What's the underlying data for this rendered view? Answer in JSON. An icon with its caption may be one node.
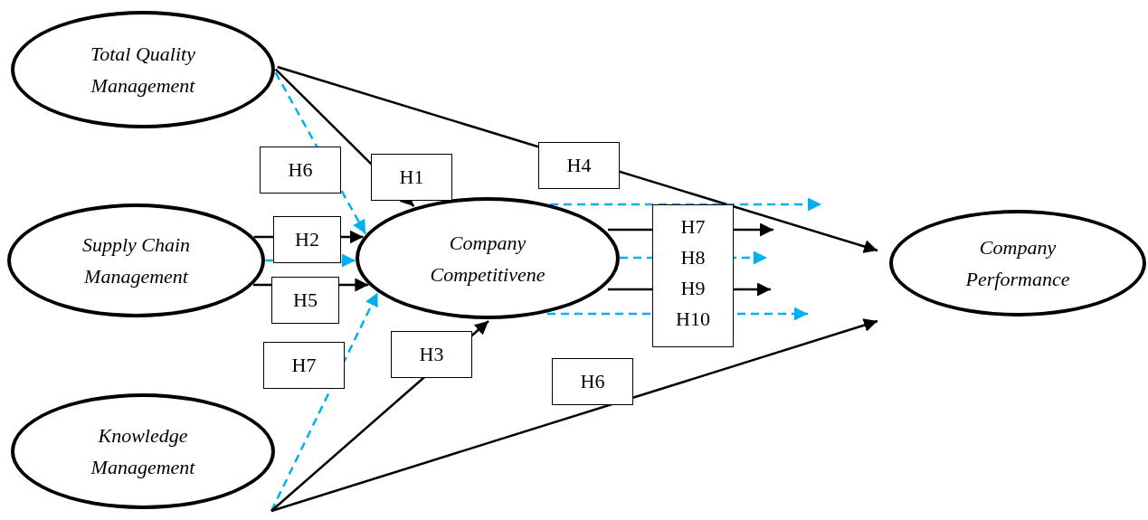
{
  "diagram": {
    "nodes": [
      {
        "text": [
          "Total Quality Management"
        ]
      },
      {
        "text": [
          "Supply Chain Management"
        ]
      },
      {
        "text": [
          "Knowledge Management"
        ]
      },
      {
        "text": [
          "Company Competitivene"
        ]
      },
      {
        "text": [
          "Company Performance"
        ]
      }
    ],
    "edges": [
      {
        "from": 0,
        "to": 3,
        "arrow": "to",
        "label": "H1"
      },
      {
        "from": 0,
        "to": 4,
        "arrow": "to",
        "label": "H4"
      },
      {
        "from": 0,
        "to": 3,
        "arrow": "to",
        "label": "H6",
        "style": "dashed",
        "color": "#00b0f0"
      },
      {
        "from": 1,
        "to": 3,
        "arrow": "to",
        "label": "H2"
      },
      {
        "from": 1,
        "to": 3,
        "arrow": "to",
        "style": "dashed",
        "color": "#00b0f0"
      },
      {
        "from": 1,
        "to": 3,
        "arrow": "to",
        "label": "H5"
      },
      {
        "from": 2,
        "to": 3,
        "arrow": "to",
        "label": "H7",
        "style": "dashed",
        "color": "#00b0f0"
      },
      {
        "from": 2,
        "to": 3,
        "arrow": "to",
        "label": "H3"
      },
      {
        "from": 2,
        "to": 4,
        "arrow": "to",
        "label": "H6"
      },
      {
        "from": 3,
        "to": null,
        "arrow": "to",
        "style": "dashed",
        "color": "#00b0f0"
      },
      {
        "from": 3,
        "to": null,
        "arrow": "to",
        "label": "H7"
      },
      {
        "from": 3,
        "to": null,
        "arrow": "to",
        "label": "H8",
        "style": "dashed",
        "color": "#00b0f0"
      },
      {
        "from": 3,
        "to": null,
        "arrow": "to",
        "label": "H9"
      },
      {
        "from": 3,
        "to": null,
        "arrow": "to",
        "label": "H10",
        "style": "dashed",
        "color": "#00b0f0"
      }
    ]
  }
}
